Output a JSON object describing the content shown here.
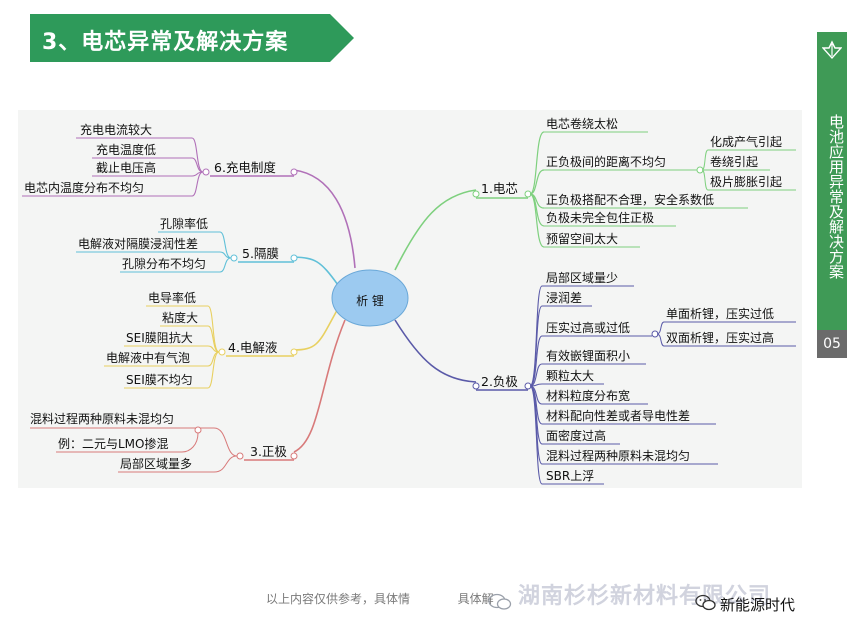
{
  "header": {
    "title": "3、电芯异常及解决方案"
  },
  "side_tab": {
    "label": "电池应用异常及解决方案",
    "page_number": "05"
  },
  "mindmap": {
    "center": "析 锂",
    "branches": {
      "cell": {
        "label": "1.电芯",
        "items": [
          "电芯卷绕太松",
          "正负极间的距离不均匀",
          "正负极搭配不合理，安全系数低",
          "负极未完全包住正极",
          "预留空间太大"
        ],
        "sub_items": [
          "化成产气引起",
          "卷绕引起",
          "极片膨胀引起"
        ]
      },
      "anode": {
        "label": "2.负极",
        "items": [
          "局部区域量少",
          "浸润差",
          "压实过高或过低",
          "有效嵌锂面积小",
          "颗粒太大",
          "材料粒度分布宽",
          "材料配向性差或者导电性差",
          "面密度过高",
          "混料过程两种原料未混均匀",
          "SBR上浮"
        ],
        "sub_items": [
          "单面析锂，压实过低",
          "双面析锂，压实过高"
        ]
      },
      "cathode": {
        "label": "3.正极",
        "items": [
          "混料过程两种原料未混均匀",
          "例：二元与LMO掺混",
          "局部区域量多"
        ]
      },
      "electrolyte": {
        "label": "4.电解液",
        "items": [
          "电导率低",
          "粘度大",
          "SEI膜阻抗大",
          "电解液中有气泡",
          "SEI膜不均匀"
        ]
      },
      "separator": {
        "label": "5.隔膜",
        "items": [
          "孔隙率低",
          "电解液对隔膜浸润性差",
          "孔隙分布不均匀"
        ]
      },
      "charging": {
        "label": "6.充电制度",
        "items": [
          "充电电流较大",
          "充电温度低",
          "截止电压高",
          "电芯内温度分布不均匀"
        ]
      }
    }
  },
  "footer": {
    "note": "以上内容仅供参考，具体情",
    "note_tail": "具体解",
    "watermark": "湖南杉杉新材料有限公司",
    "account": "新能源时代"
  },
  "colors": {
    "banner": "#2e9a5a",
    "cell": "#7ed07e",
    "anode": "#5a5aa8",
    "cathode": "#d87a7a",
    "electrolyte": "#e8d060",
    "separator": "#60c0d8",
    "charging": "#b070b8",
    "center": "#9ccaf0"
  }
}
